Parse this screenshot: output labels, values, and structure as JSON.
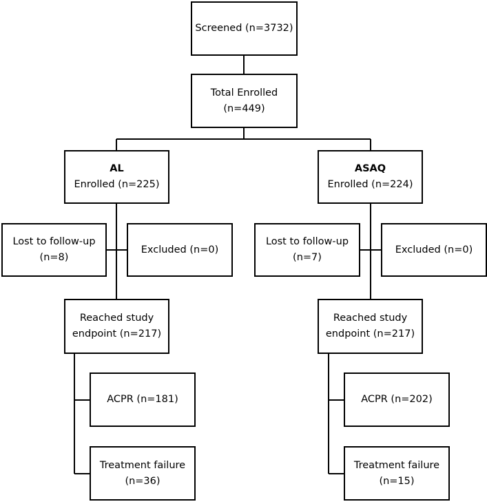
{
  "screened": {
    "text": "Screened (n=3732)"
  },
  "total": {
    "line1": "Total Enrolled",
    "line2": "(n=449)"
  },
  "arms": [
    {
      "name": "AL",
      "enrolled": "Enrolled (n=225)",
      "lost": {
        "line1": "Lost to follow-up",
        "line2": "(n=8)"
      },
      "excluded": "Excluded (n=0)",
      "reached": {
        "line1": "Reached study",
        "line2": "endpoint (n=217)"
      },
      "acpr": "ACPR (n=181)",
      "failure": {
        "line1": "Treatment failure",
        "line2": "(n=36)"
      }
    },
    {
      "name": "ASAQ",
      "enrolled": "Enrolled (n=224)",
      "lost": {
        "line1": "Lost to follow-up",
        "line2": "(n=7)"
      },
      "excluded": "Excluded (n=0)",
      "reached": {
        "line1": "Reached study",
        "line2": "endpoint (n=217)"
      },
      "acpr": "ACPR (n=202)",
      "failure": {
        "line1": "Treatment failure",
        "line2": "(n=15)"
      }
    }
  ]
}
